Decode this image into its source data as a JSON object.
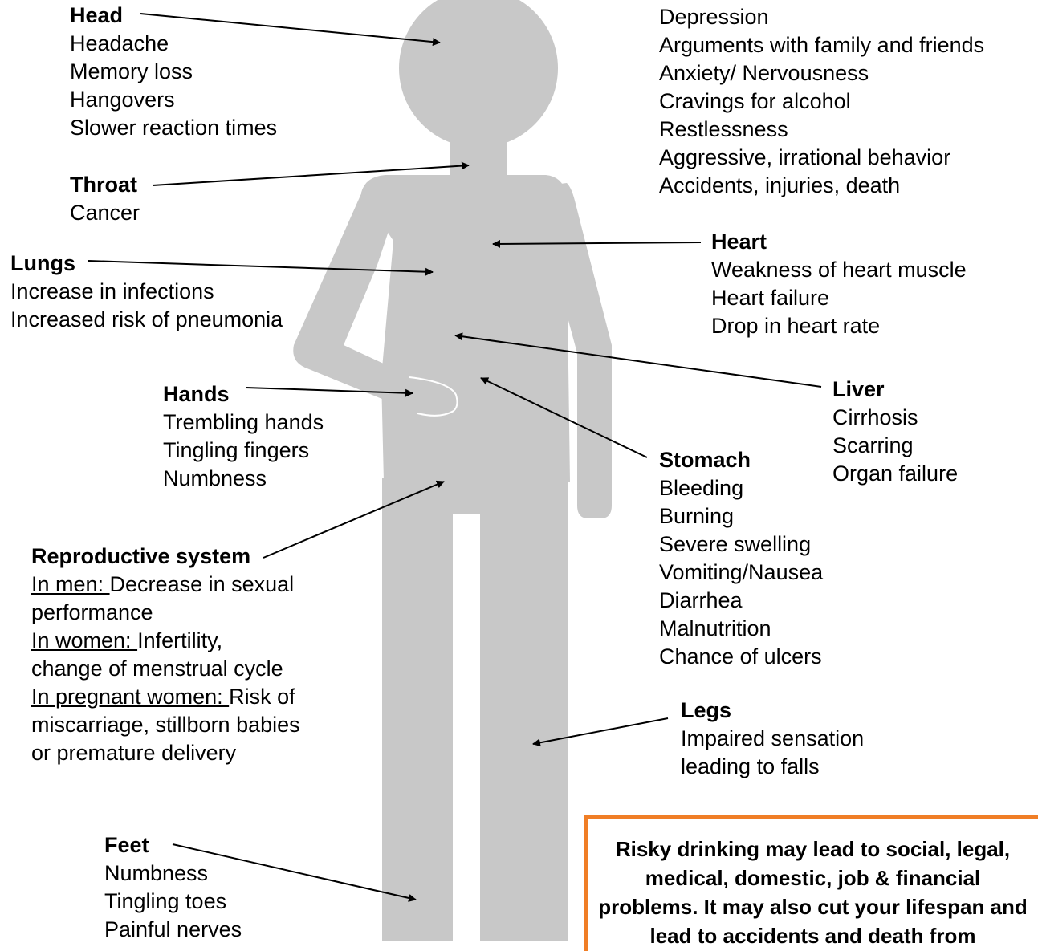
{
  "colors": {
    "silhouette": "#c8c8c8",
    "callout_border": "#f07e26",
    "arrow": "#000000"
  },
  "mental": {
    "heading": "",
    "items": [
      "Depression",
      "Arguments with family and friends",
      "Anxiety/ Nervousness",
      "Cravings for alcohol",
      "Restlessness",
      "Aggressive, irrational behavior",
      "Accidents, injuries, death"
    ]
  },
  "head": {
    "heading": "Head",
    "items": [
      "Headache",
      "Memory loss",
      "Hangovers",
      "Slower reaction times"
    ]
  },
  "throat": {
    "heading": "Throat",
    "items": [
      "Cancer"
    ]
  },
  "lungs": {
    "heading": "Lungs",
    "items": [
      "Increase in infections",
      "Increased risk of pneumonia"
    ]
  },
  "heart": {
    "heading": "Heart",
    "items": [
      "Weakness of heart muscle",
      "Heart failure",
      "Drop in heart rate"
    ]
  },
  "liver": {
    "heading": "Liver",
    "items": [
      "Cirrhosis",
      "Scarring",
      "Organ failure"
    ]
  },
  "hands": {
    "heading": "Hands",
    "items": [
      "Trembling hands",
      "Tingling fingers",
      "Numbness"
    ]
  },
  "stomach": {
    "heading": "Stomach",
    "items": [
      "Bleeding",
      "Burning",
      "Severe swelling",
      "Vomiting/Nausea",
      "Diarrhea",
      "Malnutrition",
      "Chance of ulcers"
    ]
  },
  "reproductive": {
    "heading": "Reproductive system",
    "men_label": "In men: ",
    "men_text": "Decrease in sexual",
    "men_text2": "performance",
    "women_label": "In women: ",
    "women_text": "Infertility,",
    "women_text2": "change of menstrual cycle",
    "pregnant_label": "In pregnant women: ",
    "pregnant_text": "Risk of",
    "pregnant_text2": "miscarriage, stillborn babies",
    "pregnant_text3": "or premature delivery"
  },
  "legs": {
    "heading": "Legs",
    "items": [
      "Impaired sensation",
      "leading to falls"
    ]
  },
  "feet": {
    "heading": "Feet",
    "items": [
      "Numbness",
      "Tingling toes",
      "Painful nerves"
    ]
  },
  "callout": {
    "text": "Risky drinking may lead to social, legal, medical, domestic, job & financial problems. It may also cut your lifespan and lead to accidents and death from"
  }
}
